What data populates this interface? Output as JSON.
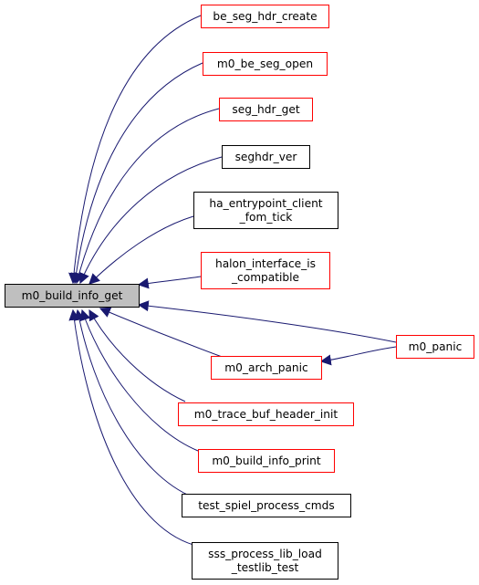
{
  "colors": {
    "edge": "#191970",
    "border_documented": "#000000",
    "border_undocumented": "#ff0000",
    "root_fill": "#bfbfbf",
    "box_fill": "#ffffff"
  },
  "nodes": [
    {
      "id": "root",
      "lines": [
        "m0_build_info_get"
      ],
      "style": "root"
    },
    {
      "id": "n1",
      "lines": [
        "be_seg_hdr_create"
      ],
      "style": "red"
    },
    {
      "id": "n2",
      "lines": [
        "m0_be_seg_open"
      ],
      "style": "red"
    },
    {
      "id": "n3",
      "lines": [
        "seg_hdr_get"
      ],
      "style": "red"
    },
    {
      "id": "n4",
      "lines": [
        "seghdr_ver"
      ],
      "style": "black"
    },
    {
      "id": "n5",
      "lines": [
        "ha_entrypoint_client",
        "_fom_tick"
      ],
      "style": "black"
    },
    {
      "id": "n6",
      "lines": [
        "halon_interface_is",
        "_compatible"
      ],
      "style": "red"
    },
    {
      "id": "panic",
      "lines": [
        "m0_panic"
      ],
      "style": "red"
    },
    {
      "id": "arch",
      "lines": [
        "m0_arch_panic"
      ],
      "style": "red"
    },
    {
      "id": "n9",
      "lines": [
        "m0_trace_buf_header_init"
      ],
      "style": "red"
    },
    {
      "id": "n10",
      "lines": [
        "m0_build_info_print"
      ],
      "style": "red"
    },
    {
      "id": "n11",
      "lines": [
        "test_spiel_process_cmds"
      ],
      "style": "black"
    },
    {
      "id": "n12",
      "lines": [
        "sss_process_lib_load",
        "_testlib_test"
      ],
      "style": "black"
    }
  ]
}
